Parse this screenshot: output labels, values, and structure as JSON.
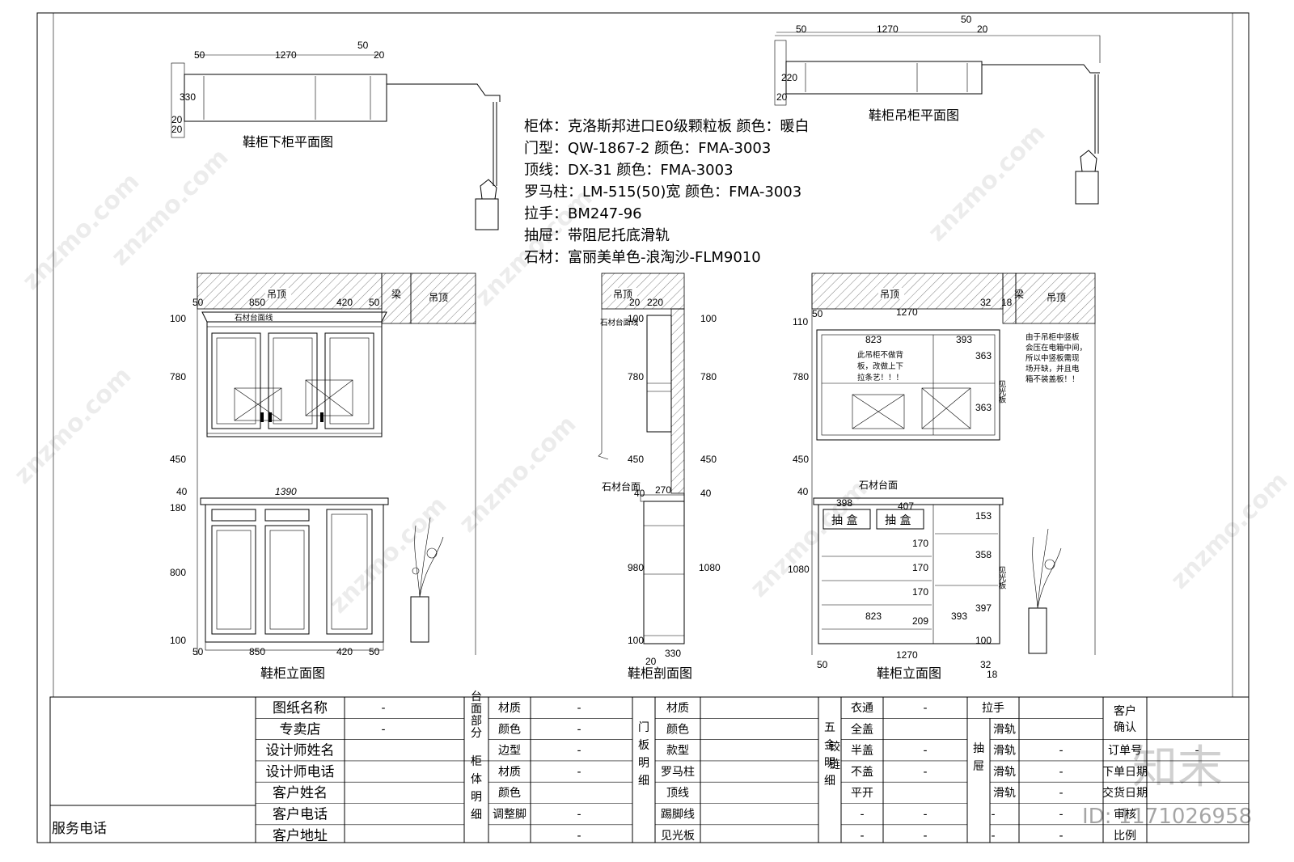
{
  "views": {
    "lower_plan_title": "鞋柜下柜平面图",
    "upper_plan_title": "鞋柜吊柜平面图",
    "elevation_left_title": "鞋柜立面图",
    "section_title": "鞋柜剖面图",
    "elevation_right_title": "鞋柜立面图"
  },
  "specs": [
    "柜体：克洛斯邦进口E0级颗粒板  颜色：暖白",
    "门型：QW-1867-2    颜色：FMA-3003",
    "顶线：DX-31    颜色：FMA-3003",
    "罗马柱：LM-515(50)宽      颜色：FMA-3003",
    "拉手：BM247-96",
    "抽屉：带阻尼托底滑轨",
    "石材：富丽美单色-浪淘沙-FLM9010"
  ],
  "labels": {
    "ceiling": "吊顶",
    "beam": "梁",
    "stone_top": "石材台面",
    "stone_top_small": "石材台面线",
    "drawer": "抽  盒",
    "light_panel": "见光板",
    "note_left": [
      "此吊柜不做背",
      "板，改做上下",
      "拉条艺！！！"
    ],
    "note_right": [
      "由于吊柜中竖板",
      "会压在电箱中间，",
      "所以中竖板需现",
      "场开缺，并且电",
      "箱不装盖板！！"
    ]
  },
  "dims": {
    "lower_plan": {
      "a": "50",
      "b": "1270",
      "c": "50",
      "d": "20",
      "depth": "330",
      "s1": "20",
      "s2": "20"
    },
    "upper_plan": {
      "a": "50",
      "b": "1270",
      "c": "50",
      "d": "20",
      "depth": "220",
      "s1": "20"
    },
    "elev_left": {
      "top": [
        "50",
        "850",
        "420",
        "50"
      ],
      "bottom": [
        "50",
        "850",
        "420",
        "50"
      ],
      "heights": [
        "100",
        "780",
        "450",
        "40",
        "180",
        "800",
        "100"
      ],
      "counter": "1390"
    },
    "section": {
      "top": [
        "20",
        "220"
      ],
      "heights_left": [
        "100",
        "780",
        "450",
        "40",
        "980",
        "100"
      ],
      "heights_right": [
        "100",
        "780",
        "450",
        "40",
        "1080"
      ],
      "depth_mid": "270",
      "bottom": [
        "20",
        "330"
      ]
    },
    "elev_right": {
      "top": [
        "50",
        "1270",
        "32",
        "18"
      ],
      "bottom": [
        "50",
        "1270",
        "32",
        "18"
      ],
      "heights": [
        "110",
        "780",
        "450",
        "40",
        "1080"
      ],
      "upper_inner": [
        "823",
        "393",
        "363",
        "363"
      ],
      "lower_inner": [
        "398",
        "407",
        "153",
        "170",
        "170",
        "170",
        "358",
        "397",
        "823",
        "209",
        "393",
        "100"
      ]
    }
  },
  "title_block": {
    "service": "服务电话",
    "rows_left": [
      "图纸名称",
      "专卖店",
      "设计师姓名",
      "设计师电话",
      "客户姓名",
      "客户电话",
      "客户地址"
    ],
    "values_left": [
      "-",
      "-"
    ],
    "group_top": "台面部分",
    "group_body": "柜体明细",
    "items_mid1": [
      "材质",
      "颜色",
      "边型",
      "材质",
      "颜色",
      "调整脚",
      ""
    ],
    "values_mid1": [
      "-",
      "-",
      "-",
      "-",
      "",
      "-",
      "-"
    ],
    "group_door": "门板明细",
    "items_mid2": [
      "材质",
      "颜色",
      "款型",
      "罗马柱",
      "顶线",
      "踢脚线",
      "见光板"
    ],
    "group_hw": "五金明细",
    "hinge": "铰链",
    "hw_rows": [
      "衣通",
      "全盖",
      "半盖",
      "不盖",
      "平开"
    ],
    "hw_vals": [
      "-",
      "",
      "-",
      "-",
      ""
    ],
    "handle": "拉手",
    "drawer_group": "抽屉",
    "rail_rows": [
      "滑轨",
      "滑轨",
      "滑轨",
      "滑轨"
    ],
    "rail_vals": [
      "",
      "-",
      "-",
      "-"
    ],
    "right_rows": [
      "客户确认",
      "订单号",
      "下单日期",
      "交货日期",
      "审核",
      "比例"
    ],
    "right_vals": [
      "",
      "-",
      "",
      "",
      "",
      ""
    ],
    "dash": "-"
  },
  "watermark": {
    "site": "znzmo.com",
    "brand": "知末",
    "id": "ID: 1171026958"
  }
}
